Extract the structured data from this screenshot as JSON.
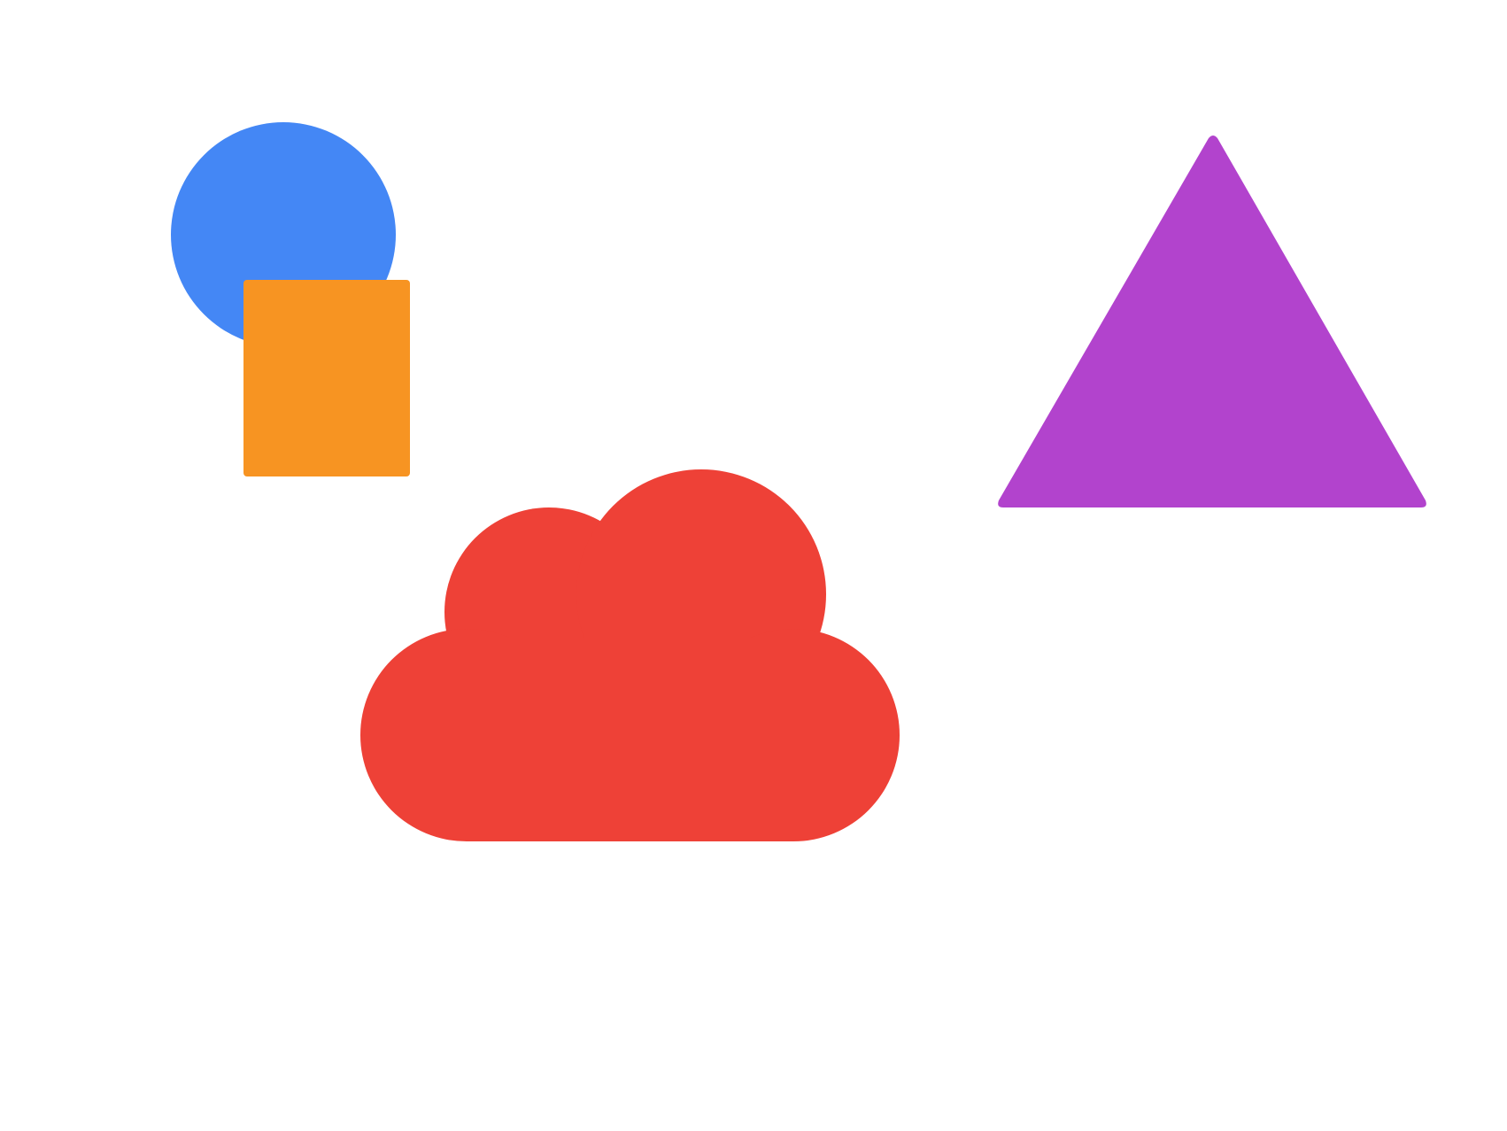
{
  "canvas": {
    "background": "#ffffff"
  },
  "shapes": [
    {
      "id": "circle",
      "kind": "circle",
      "color": "#4487f5"
    },
    {
      "id": "square",
      "kind": "rounded-rect",
      "color": "#f79422"
    },
    {
      "id": "cloud",
      "kind": "cloud",
      "color": "#ee4137"
    },
    {
      "id": "triangle",
      "kind": "triangle",
      "color": "#b243cd"
    }
  ]
}
